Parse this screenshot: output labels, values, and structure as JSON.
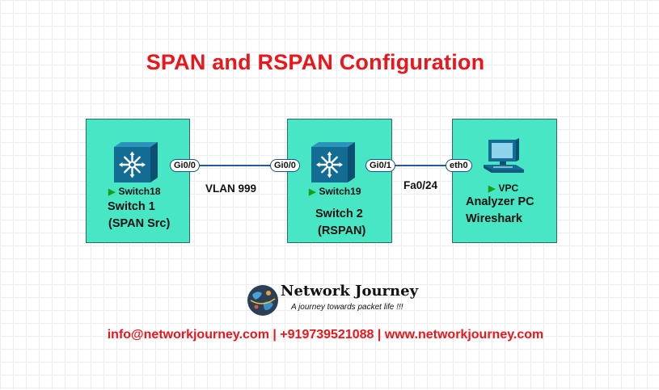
{
  "title": "SPAN and RSPAN Configuration",
  "colors": {
    "title": "#e8171b",
    "box_fill": "#47e6c4",
    "switch_icon": "#136c94",
    "link": "#1f5e97",
    "status_arrow": "#16a01a"
  },
  "devices": [
    {
      "icon": "switch-icon",
      "tag": "Switch18",
      "label_lines": [
        "Switch 1",
        "(SPAN Src)"
      ]
    },
    {
      "icon": "switch-icon",
      "tag": "Switch19",
      "label_lines": [
        "Switch 2",
        "(RSPAN)"
      ]
    },
    {
      "icon": "pc-icon",
      "tag": "VPC",
      "label_lines": [
        "Analyzer PC",
        "Wireshark"
      ]
    }
  ],
  "links": [
    {
      "ports": [
        "Gi0/0",
        "Gi0/0"
      ],
      "label": "VLAN 999"
    },
    {
      "ports": [
        "Gi0/1",
        "eth0"
      ],
      "label": "Fa0/24"
    }
  ],
  "status_arrow_glyph": "▶",
  "brand": {
    "name": "Network Journey",
    "tagline": "A journey towards packet life !!!"
  },
  "contact": "info@networkjourney.com | +919739521088 | www.networkjourney.com"
}
